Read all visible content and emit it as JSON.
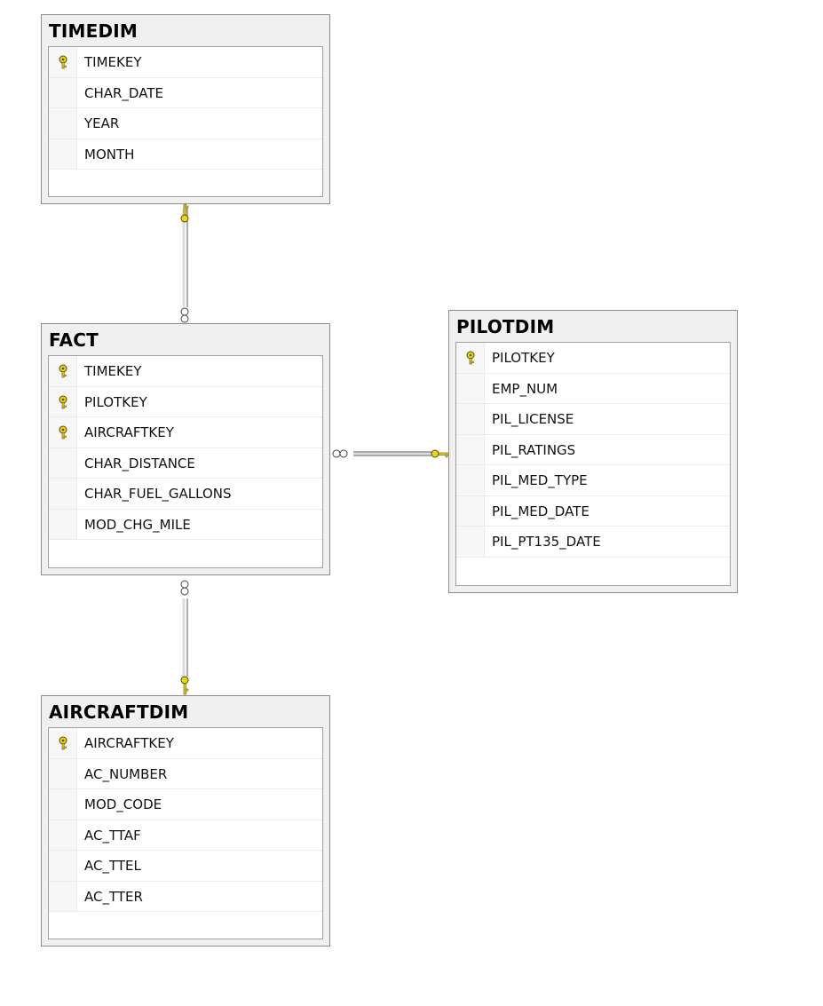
{
  "colors": {
    "key": "#e8d418",
    "line": "#5a5a5a"
  },
  "tables": {
    "timedim": {
      "name": "TIMEDIM",
      "columns": [
        {
          "name": "TIMEKEY",
          "pk": true
        },
        {
          "name": "CHAR_DATE",
          "pk": false
        },
        {
          "name": "YEAR",
          "pk": false
        },
        {
          "name": "MONTH",
          "pk": false
        }
      ]
    },
    "fact": {
      "name": "FACT",
      "columns": [
        {
          "name": "TIMEKEY",
          "pk": true
        },
        {
          "name": "PILOTKEY",
          "pk": true
        },
        {
          "name": "AIRCRAFTKEY",
          "pk": true
        },
        {
          "name": "CHAR_DISTANCE",
          "pk": false
        },
        {
          "name": "CHAR_FUEL_GALLONS",
          "pk": false
        },
        {
          "name": "MOD_CHG_MILE",
          "pk": false
        }
      ]
    },
    "pilotdim": {
      "name": "PILOTDIM",
      "columns": [
        {
          "name": "PILOTKEY",
          "pk": true
        },
        {
          "name": "EMP_NUM",
          "pk": false
        },
        {
          "name": "PIL_LICENSE",
          "pk": false
        },
        {
          "name": "PIL_RATINGS",
          "pk": false
        },
        {
          "name": "PIL_MED_TYPE",
          "pk": false
        },
        {
          "name": "PIL_MED_DATE",
          "pk": false
        },
        {
          "name": "PIL_PT135_DATE",
          "pk": false
        }
      ]
    },
    "aircraftdim": {
      "name": "AIRCRAFTDIM",
      "columns": [
        {
          "name": "AIRCRAFTKEY",
          "pk": true
        },
        {
          "name": "AC_NUMBER",
          "pk": false
        },
        {
          "name": "MOD_CODE",
          "pk": false
        },
        {
          "name": "AC_TTAF",
          "pk": false
        },
        {
          "name": "AC_TTEL",
          "pk": false
        },
        {
          "name": "AC_TTER",
          "pk": false
        }
      ]
    }
  },
  "relationships": [
    {
      "one": "timedim",
      "many": "fact"
    },
    {
      "one": "pilotdim",
      "many": "fact"
    },
    {
      "one": "aircraftdim",
      "many": "fact"
    }
  ]
}
